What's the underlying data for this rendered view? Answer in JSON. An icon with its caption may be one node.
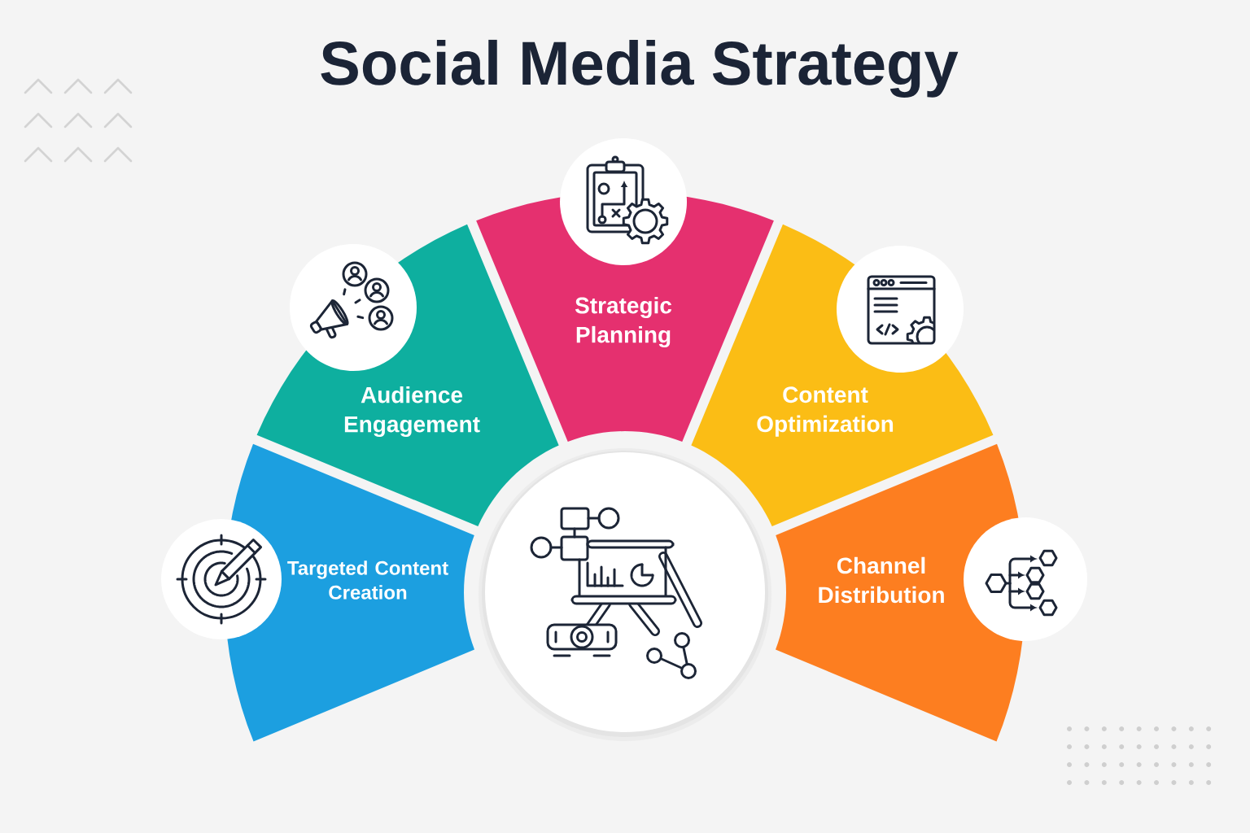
{
  "diagram": {
    "title": "Social Media Strategy",
    "nodes": [
      {
        "text": [
          "Targeted Content Creation"
        ]
      },
      {
        "text": [
          "Audience Engagement"
        ]
      },
      {
        "text": [
          "Strategic Planning"
        ]
      },
      {
        "text": [
          "Content Optimization"
        ]
      },
      {
        "text": [
          "Channel Distribution"
        ]
      }
    ]
  }
}
